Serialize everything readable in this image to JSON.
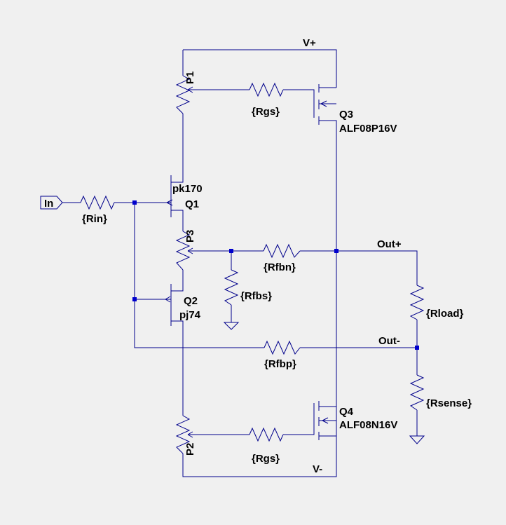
{
  "nets": {
    "vplus": "V+",
    "vminus": "V-",
    "out_plus": "Out+",
    "out_minus": "Out-",
    "input": "In"
  },
  "components": {
    "p1": {
      "ref": "P1"
    },
    "p2": {
      "ref": "P2"
    },
    "p3": {
      "ref": "P3"
    },
    "q1": {
      "ref": "Q1",
      "model": "pk170"
    },
    "q2": {
      "ref": "Q2",
      "model": "pj74"
    },
    "q3": {
      "ref": "Q3",
      "model": "ALF08P16V"
    },
    "q4": {
      "ref": "Q4",
      "model": "ALF08N16V"
    },
    "rin": {
      "value": "{Rin}"
    },
    "rgs_top": {
      "value": "{Rgs}"
    },
    "rgs_bottom": {
      "value": "{Rgs}"
    },
    "rfbn": {
      "value": "{Rfbn}"
    },
    "rfbs": {
      "value": "{Rfbs}"
    },
    "rfbp": {
      "value": "{Rfbp}"
    },
    "rload": {
      "value": "{Rload}"
    },
    "rsense": {
      "value": "{Rsense}"
    }
  },
  "colors": {
    "wire": "#00008b",
    "junction": "#0000cd",
    "background": "#f0f0f0"
  }
}
